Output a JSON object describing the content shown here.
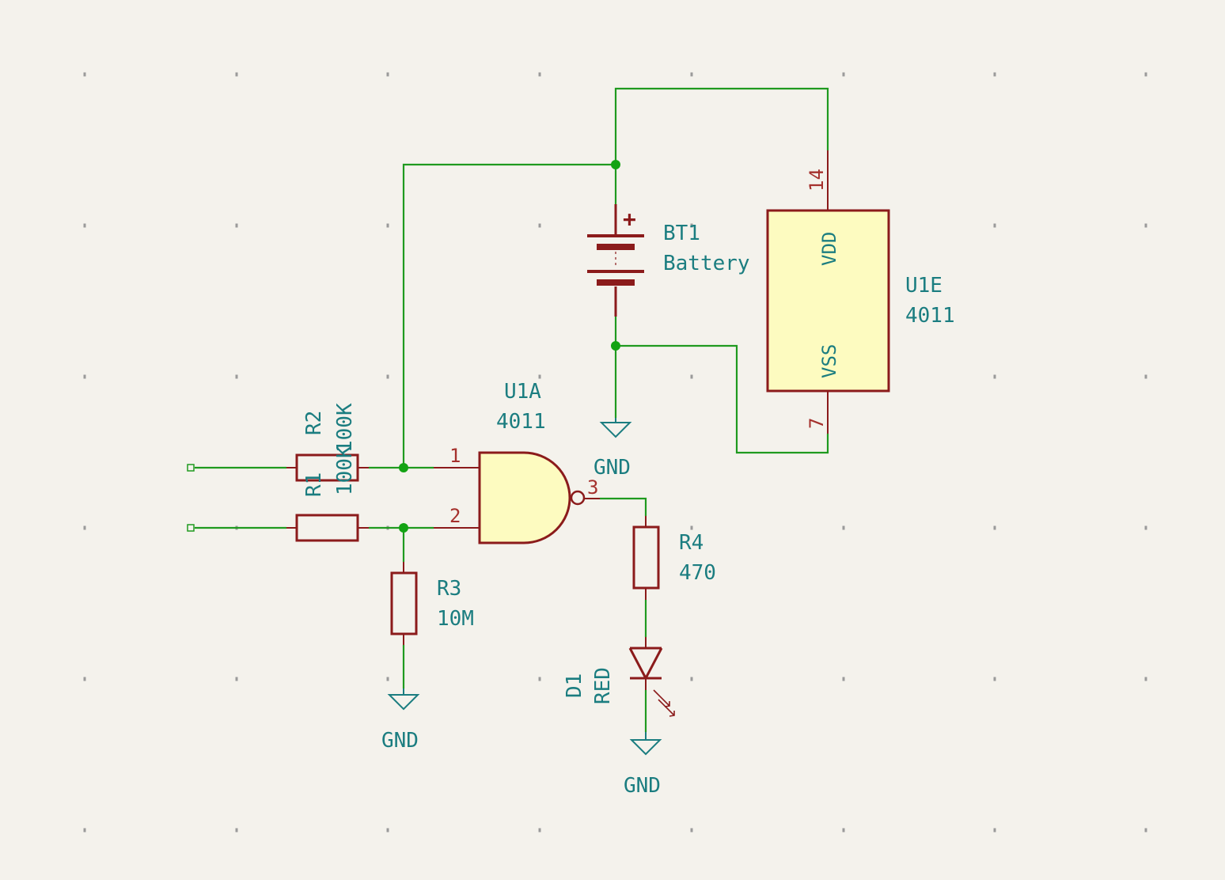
{
  "schematic": {
    "components": {
      "bt1": {
        "reference": "BT1",
        "value": "Battery",
        "polarity": "+"
      },
      "u1e": {
        "reference": "U1E",
        "value": "4011",
        "pin_vdd_name": "VDD",
        "pin_vss_name": "VSS",
        "pin_vdd_number": "14",
        "pin_vss_number": "7"
      },
      "u1a": {
        "reference": "U1A",
        "value": "4011",
        "pin_in1": "1",
        "pin_in2": "2",
        "pin_out": "3"
      },
      "r1": {
        "reference": "R1",
        "value": "100K"
      },
      "r2": {
        "reference": "R2",
        "value": "100K"
      },
      "r3": {
        "reference": "R3",
        "value": "10M"
      },
      "r4": {
        "reference": "R4",
        "value": "470"
      },
      "d1": {
        "reference": "D1",
        "value": "RED"
      }
    },
    "power": {
      "gnd_top": "GND",
      "gnd_r3": "GND",
      "gnd_d1": "GND"
    }
  },
  "colors": {
    "background": "#f4f2ec",
    "wire": "#1f9a1f",
    "component": "#8b1b1b",
    "component_fill": "#fdfbc0",
    "text": "#1b7d80",
    "pin_number": "#a5312d"
  }
}
